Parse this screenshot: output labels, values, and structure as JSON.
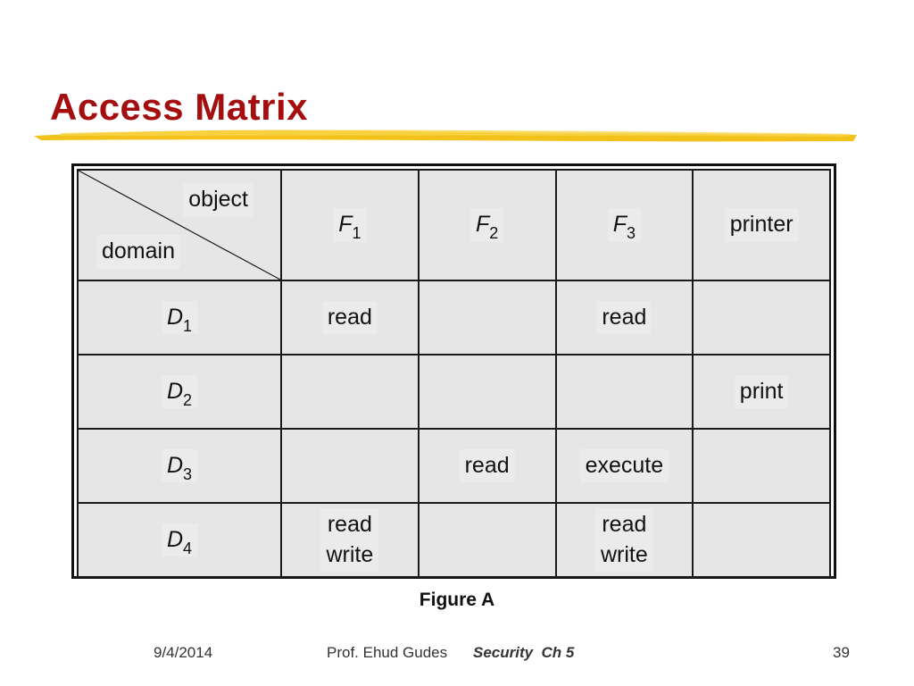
{
  "slide": {
    "title": "Access Matrix",
    "caption": "Figure A",
    "footer": {
      "date": "9/4/2014",
      "author": "Prof. Ehud Gudes",
      "course": "Security  Ch 5",
      "page": "39"
    },
    "colors": {
      "title": "#a50e0e",
      "underline": "#f2c21a"
    }
  },
  "matrix": {
    "corner": {
      "object_label": "object",
      "domain_label": "domain"
    },
    "columns": [
      {
        "name": "F",
        "sub": "1"
      },
      {
        "name": "F",
        "sub": "2"
      },
      {
        "name": "F",
        "sub": "3"
      },
      {
        "name": "printer",
        "sub": ""
      }
    ],
    "rows": [
      {
        "name": "D",
        "sub": "1",
        "cells": [
          [
            "read"
          ],
          [],
          [
            "read"
          ],
          []
        ]
      },
      {
        "name": "D",
        "sub": "2",
        "cells": [
          [],
          [],
          [],
          [
            "print"
          ]
        ]
      },
      {
        "name": "D",
        "sub": "3",
        "cells": [
          [],
          [
            "read"
          ],
          [
            "execute"
          ],
          []
        ]
      },
      {
        "name": "D",
        "sub": "4",
        "cells": [
          [
            "read",
            "write"
          ],
          [],
          [
            "read",
            "write"
          ],
          []
        ]
      }
    ]
  }
}
